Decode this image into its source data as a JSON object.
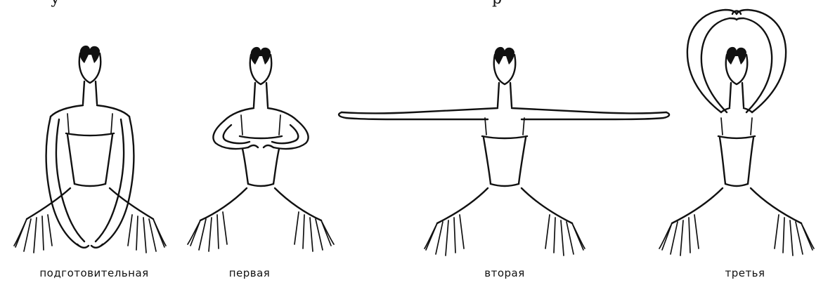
{
  "top_text": "…лу… …р…",
  "positions": [
    {
      "label": "подготовительная"
    },
    {
      "label": "первая"
    },
    {
      "label": "вторая"
    },
    {
      "label": "третья"
    }
  ]
}
